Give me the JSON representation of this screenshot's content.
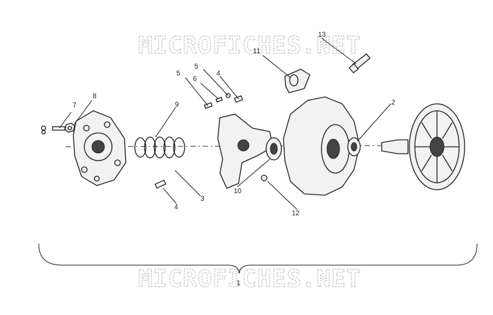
{
  "watermark": {
    "top": "MICROFICHES.NET",
    "bottom": "MICROFICHES.NET"
  },
  "callouts": {
    "c1": "1",
    "c2": "2",
    "c3": "3",
    "c4a": "4",
    "c4b": "4",
    "c5a": "5",
    "c5b": "5",
    "c6": "6",
    "c7": "7",
    "c8": "8",
    "c9": "9",
    "c10": "10",
    "c11": "11",
    "c12": "12",
    "c13": "13"
  }
}
